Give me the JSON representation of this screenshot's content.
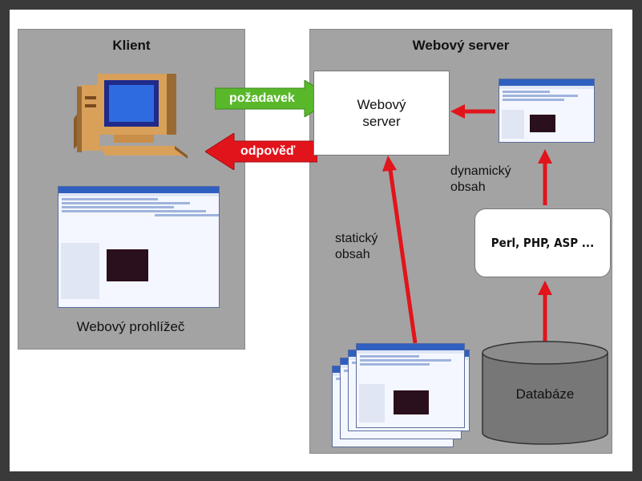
{
  "client": {
    "title": "Klient",
    "browser_label": "Webový prohlížeč"
  },
  "server": {
    "title": "Webový server"
  },
  "arrows": {
    "request": "požadavek",
    "response": "odpověď"
  },
  "webserver_box": {
    "line1": "Webový",
    "line2": "server"
  },
  "labels": {
    "dynamic_line1": "dynamický",
    "dynamic_line2": "obsah",
    "static_line1": "statický",
    "static_line2": "obsah"
  },
  "script_box": "Perl, PHP, ASP ...",
  "database": "Databáze",
  "colors": {
    "request_arrow": "#58b82a",
    "response_arrow": "#e2141b",
    "flow_arrow": "#e2141b",
    "panel": "#a3a3a3",
    "database": "#777777"
  },
  "icons": [
    "computer-icon",
    "browser-screenshot",
    "dynamic-page-screenshot",
    "static-pages-stack",
    "database-cylinder"
  ]
}
